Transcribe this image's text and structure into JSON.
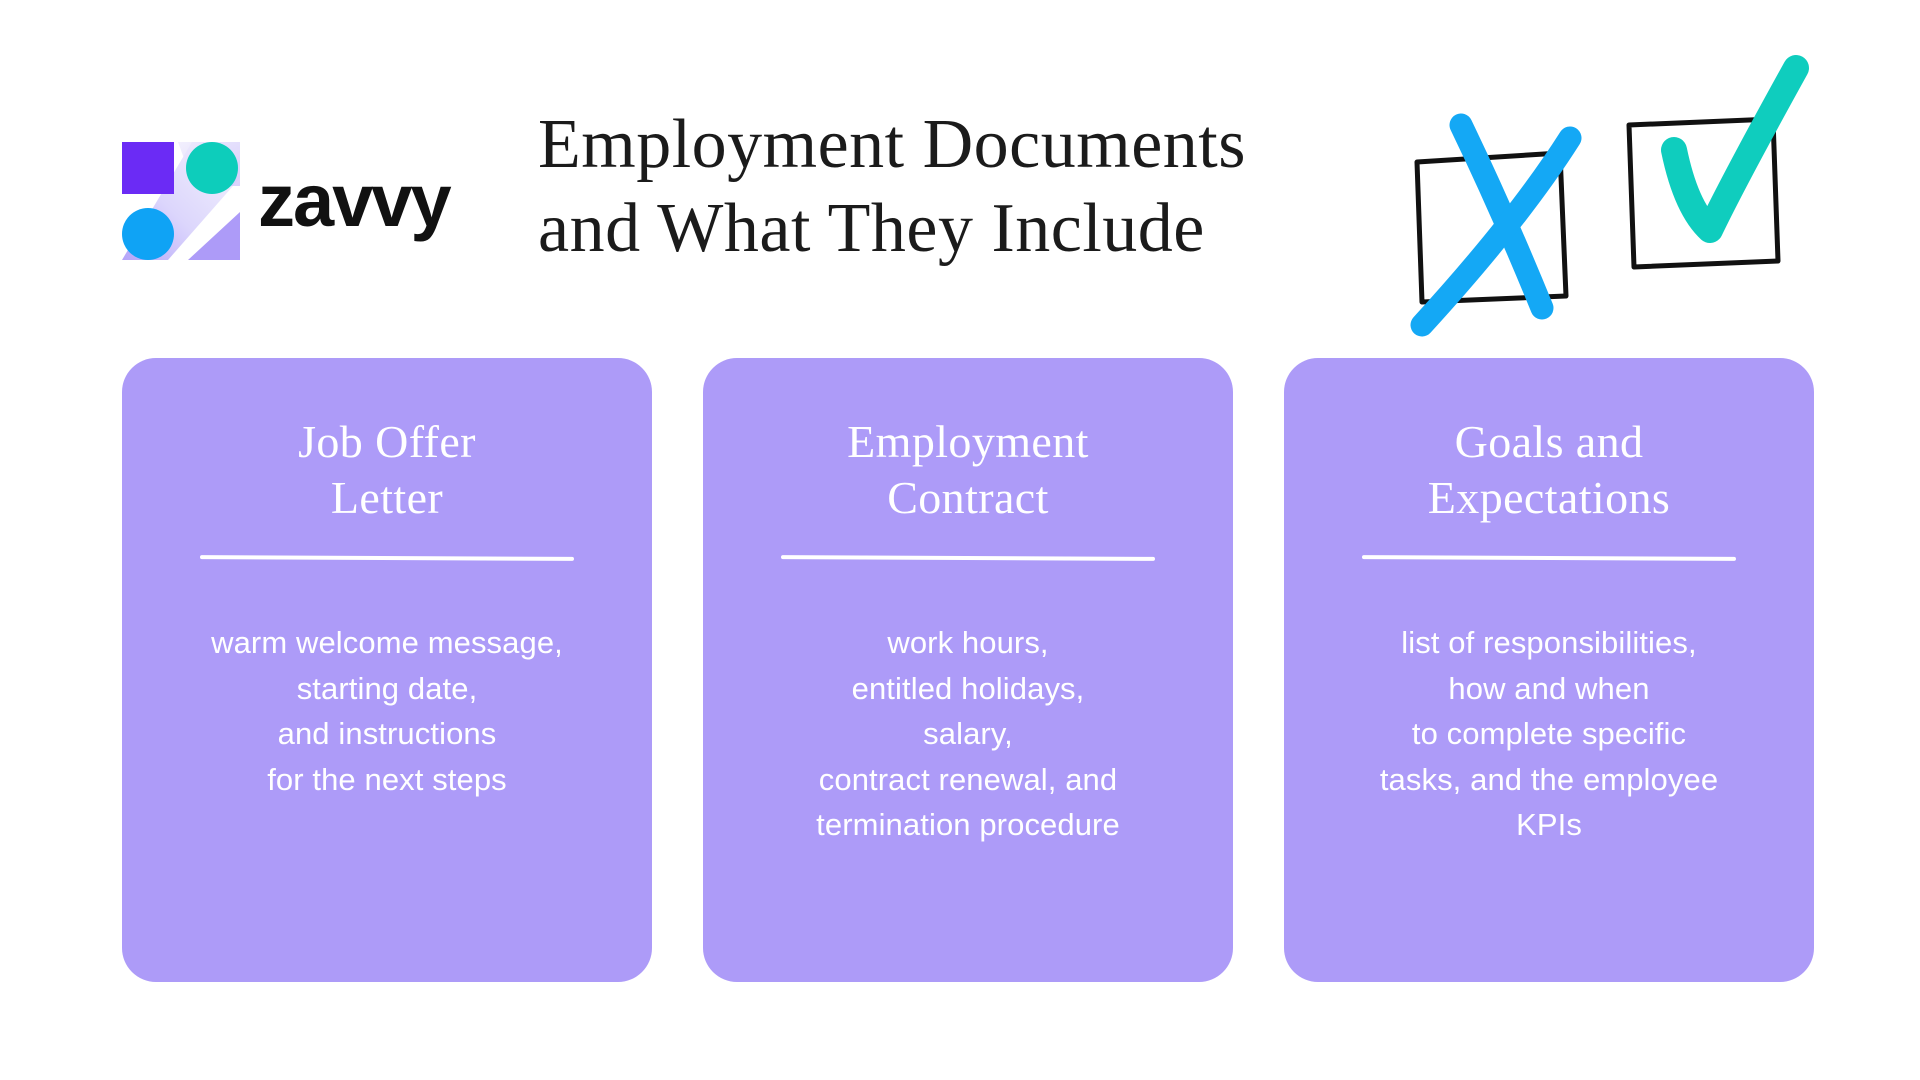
{
  "header": {
    "brand": {
      "wordmark": "zavvy",
      "logo_icon": "zavvy-z-logo-icon",
      "colors": {
        "purple_square": "#6B2BF5",
        "teal_circle": "#0DCDBB",
        "blue_circle": "#0FA3F5",
        "light_purple": "#AD9BF8"
      }
    },
    "title_line_1": "Employment Documents",
    "title_line_2": "and What They Include",
    "illustration": {
      "name": "checkbox-comparison-illustration",
      "cross_box_icon": "crossed-out-checkbox-icon",
      "check_box_icon": "checked-checkbox-icon",
      "cross_color": "#14A8F5",
      "check_color": "#0FCDBE",
      "box_outline_color": "#111111"
    }
  },
  "main": {
    "card_color": "#AD9BF8",
    "cards": [
      {
        "title_line_1": "Job Offer",
        "title_line_2": "Letter",
        "body": "warm welcome message,\nstarting date,\nand  instructions\nfor the next steps"
      },
      {
        "title_line_1": "Employment",
        "title_line_2": "Contract",
        "body": "work hours,\nentitled holidays,\nsalary,\ncontract renewal, and\ntermination procedure"
      },
      {
        "title_line_1": "Goals and",
        "title_line_2": "Expectations",
        "body": "list of responsibilities,\nhow and when\nto complete specific\ntasks, and the employee\nKPIs"
      }
    ]
  }
}
